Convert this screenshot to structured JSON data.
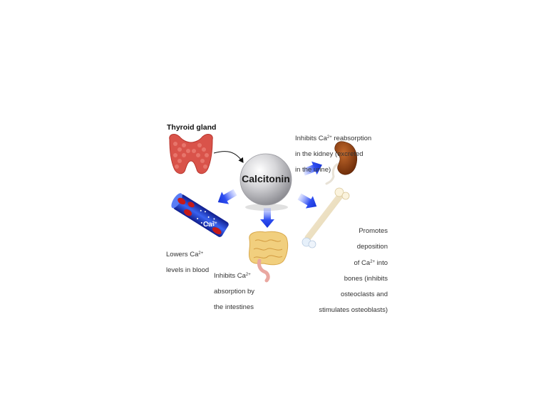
{
  "center": {
    "label": "Calcitonin"
  },
  "gland": {
    "label": "Thyroid gland"
  },
  "effects": {
    "kidney": {
      "line1": "Inhibits Ca",
      "sup": "2+",
      "line1b": " reabsorption",
      "line2": "in the kidney (excreted",
      "line3": "in the urine)"
    },
    "blood": {
      "line1": "Lowers Ca",
      "sup": "2+",
      "line2": "levels in blood"
    },
    "intestine": {
      "line1": "Inhibits Ca",
      "sup": "2+",
      "line2": "absorption by",
      "line3": "the intestines"
    },
    "bone": {
      "line1": "Promotes",
      "line2": "deposition",
      "line3a": "of Ca",
      "sup": "2+",
      "line3b": " into",
      "line4": "bones (inhibits",
      "line5": "osteoclasts and",
      "line6": "stimulates osteoblasts)"
    }
  },
  "vessel": {
    "ion": "Ca",
    "sup": "2+"
  },
  "colors": {
    "arrow": "#1f3fe0",
    "sphere": "#c9c9cc",
    "thyroid": "#d9534a",
    "kidney": "#8a3d12",
    "blood_vessel": "#1c2fb8",
    "intestine": "#f1cf7e"
  },
  "icons": [
    "thyroid-gland-icon",
    "kidney-icon",
    "blood-vessel-icon",
    "intestine-icon",
    "bone-icon",
    "calcitonin-sphere-icon"
  ]
}
